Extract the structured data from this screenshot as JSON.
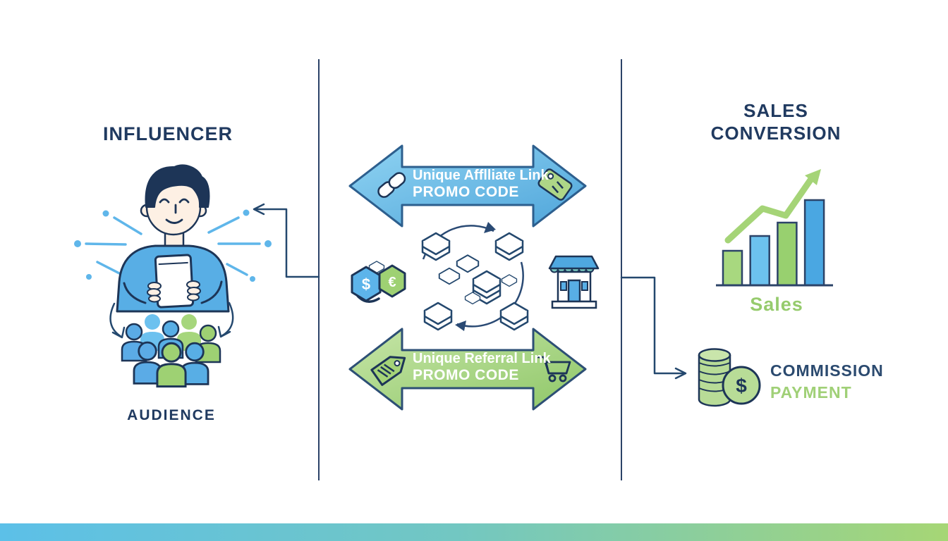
{
  "colors": {
    "navy_outline": "#24486e",
    "heading_navy": "#203a60",
    "blue": "#58aee5",
    "light_blue": "#6cc2ee",
    "green": "#9ed173",
    "coin_green": "#b8dc97",
    "footer_gradient_left": "#5cc0e8",
    "footer_gradient_mid": "#72c7c2",
    "footer_gradient_right": "#a6d675"
  },
  "influencer_section": {
    "title": "INFLUENCER",
    "audience_label": "AUDIENCE"
  },
  "channel_section": {
    "affiliate_arrow": {
      "line1": "Unique Afflliate Link",
      "line2": "PROMO CODE"
    },
    "referral_arrow": {
      "line1": "Unique Referral Link",
      "line2": "PROMO CODE"
    },
    "currency_exchange": {
      "dollar": "$",
      "euro": "€"
    }
  },
  "conversion_section": {
    "title_line1": "SALES",
    "title_line2": "CONVERSION",
    "sales_chart": {
      "label": "Sales",
      "bars": [
        {
          "height": 49,
          "color": "#a8d87f"
        },
        {
          "height": 70,
          "color": "#6cc2ee"
        },
        {
          "height": 89,
          "color": "#98d06f"
        },
        {
          "height": 121,
          "color": "#4aa7e2"
        }
      ]
    },
    "commission": {
      "line1": "COMMISSION",
      "line2": "PAYMENT",
      "coin_symbol": "$"
    }
  }
}
